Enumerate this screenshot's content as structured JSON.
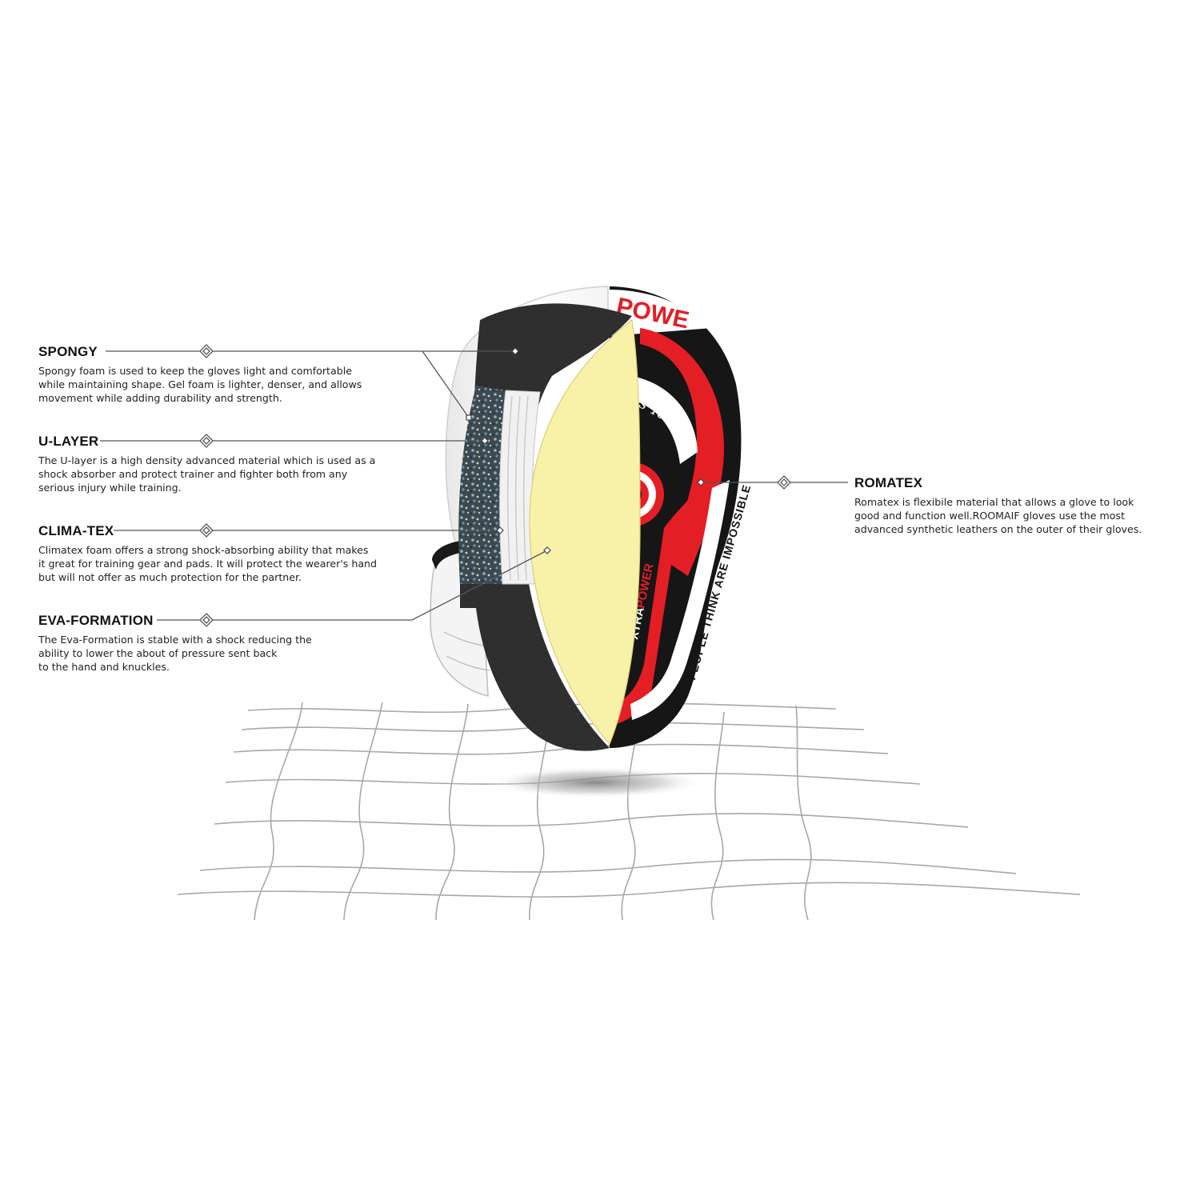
{
  "callouts": {
    "spongy": {
      "title": "SPONGY",
      "lines": [
        "Spongy foam is used to keep the gloves light and comfortable",
        "while maintaining shape. Gel foam is lighter, denser, and allows",
        "movement while adding durability and strength."
      ]
    },
    "u_layer": {
      "title": "U-LAYER",
      "lines": [
        "The U-layer is a high density advanced material which is used as a",
        "shock absorber and protect trainer and fighter both from any",
        "serious injury while training."
      ]
    },
    "clima_tex": {
      "title": "CLIMA-TEX",
      "lines": [
        "Climatex foam offers a strong shock-absorbing ability that makes",
        "it great for training gear and pads. It will protect the wearer's hand",
        "but will not offer as much protection for the partner."
      ]
    },
    "eva_formation": {
      "title": "EVA-FORMATION",
      "lines": [
        "The Eva-Formation is stable with a shock reducing the",
        "ability to lower the about of pressure sent back",
        "to the hand and knuckles."
      ]
    },
    "romatex": {
      "title": "ROMATEX",
      "lines": [
        "Romatex is flexibile material that allows a glove to look",
        "good and function well.ROOMAIF gloves use the most",
        "advanced synthetic leathers on the outer of their gloves."
      ]
    }
  },
  "pad_print": {
    "top_text": "POWE",
    "script_text": "'s Yours",
    "side_text_left": "XTRA",
    "side_text_right": "POWER",
    "band_text": "PEOPLE THINK ARE IMPOSSIBLE"
  },
  "colors": {
    "pad_red": "#e41e25",
    "pad_black": "#161616",
    "foam_dark": "#2e2e2e",
    "core_yellow": "#f8f2a8",
    "grid_line": "#a8a8a8",
    "leader_line": "#555555"
  }
}
